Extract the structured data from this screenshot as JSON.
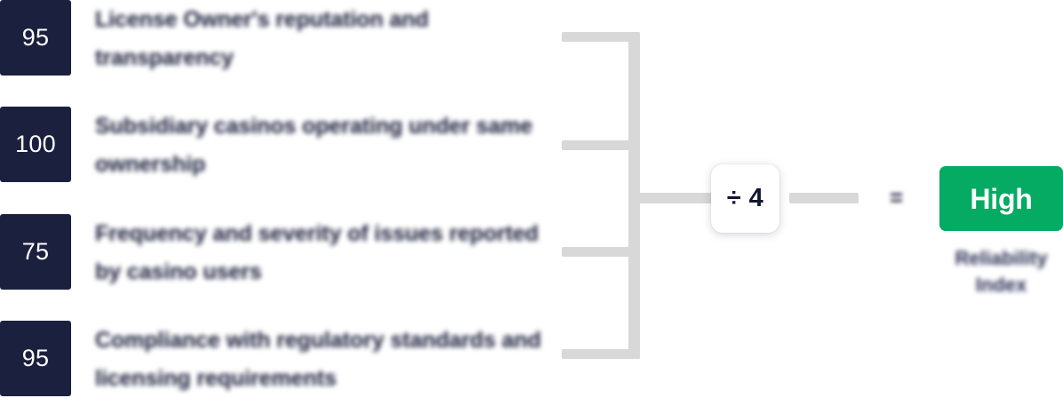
{
  "diagram": {
    "type": "formula-bracket",
    "criteria": [
      {
        "score": "95",
        "label": "License Owner's reputation and transparency"
      },
      {
        "score": "100",
        "label": "Subsidiary casinos operating under same ownership"
      },
      {
        "score": "75",
        "label": "Frequency and severity of issues reported by casino users"
      },
      {
        "score": "95",
        "label": "Compliance with regulatory standards and licensing requirements"
      }
    ],
    "operation": {
      "label": "÷ 4"
    },
    "equals": {
      "label": "="
    },
    "result": {
      "label": "High",
      "caption": "Reliability Index"
    },
    "colors": {
      "score_box": "#1b203e",
      "result_badge": "#05aa63",
      "bracket": "#d8d8d8",
      "label_text": "#191d3a",
      "page_background": "#ffffff"
    }
  }
}
